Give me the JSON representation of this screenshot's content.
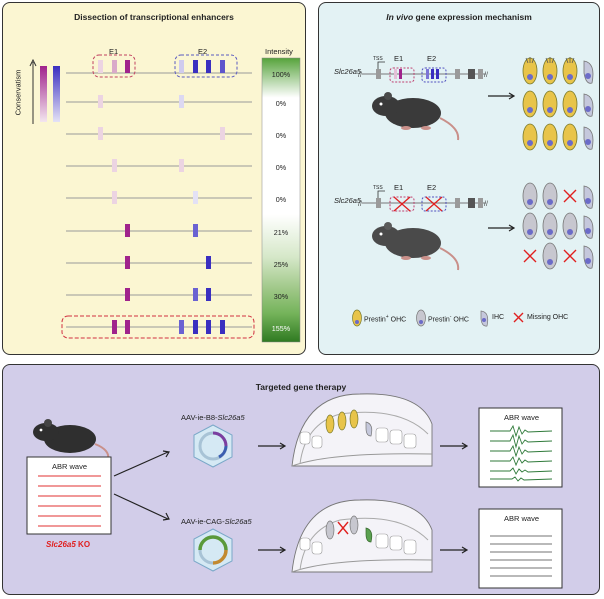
{
  "panel_a": {
    "title": "Dissection of transcriptional enhancers",
    "enhancer_labels": [
      "E1",
      "E2"
    ],
    "intensity_header": "Intensity",
    "conservatism_label": "Conservatism",
    "intensities": [
      "100%",
      "0%",
      "0%",
      "0%",
      "0%",
      "21%",
      "25%",
      "30%",
      "155%"
    ]
  },
  "panel_b": {
    "title_italic": "In vivo",
    "title_rest": " gene expression mechanism",
    "gene_label": "Slc26a5",
    "tss_label": "TSS",
    "enhancer_labels": [
      "E1",
      "E2"
    ],
    "legend": {
      "prestin_pos": "Prestin",
      "prestin_pos_sup": "+",
      "prestin_neg": "Prestin",
      "prestin_neg_sup": "-",
      "ohc": " OHC",
      "ihc": "IHC",
      "missing": "Missing OHC"
    }
  },
  "panel_c": {
    "title": "Targeted gene therapy",
    "abr_wave": "ABR wave",
    "ko_gene": "Slc26a5",
    "ko_suffix": " KO",
    "vector1_prefix": "AAV-ie-B8-",
    "vector1_gene": "Slc26a5",
    "vector2_prefix": "AAV-ie-CAG-",
    "vector2_gene": "Slc26a5"
  },
  "colors": {
    "panel_a_bg": "#fbf6d2",
    "panel_b_bg": "#e3f2f4",
    "panel_c_bg": "#d2cde9",
    "e1_magenta": "#a0238c",
    "e2_blue": "#3a2fc0",
    "pale_pink": "#ecd4e2",
    "intensity_green": "#3e8c2c",
    "ko_red": "#e02020"
  }
}
